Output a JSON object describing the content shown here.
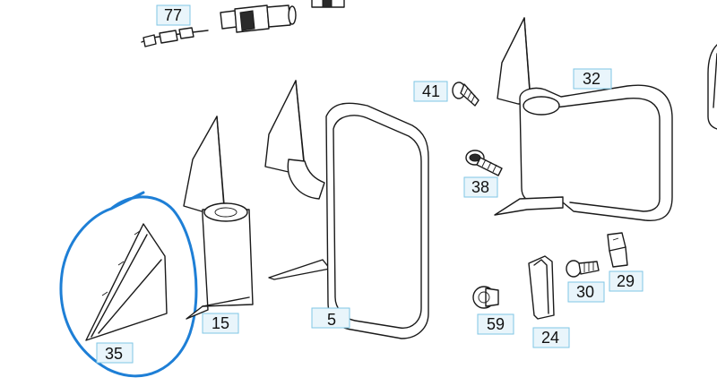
{
  "labels": [
    {
      "id": "77",
      "text": "77"
    },
    {
      "id": "41",
      "text": "41"
    },
    {
      "id": "32",
      "text": "32"
    },
    {
      "id": "38",
      "text": "38"
    },
    {
      "id": "29",
      "text": "29"
    },
    {
      "id": "30",
      "text": "30"
    },
    {
      "id": "59",
      "text": "59"
    },
    {
      "id": "24",
      "text": "24"
    },
    {
      "id": "15",
      "text": "15"
    },
    {
      "id": "5",
      "text": "5"
    },
    {
      "id": "35",
      "text": "35"
    }
  ],
  "colors": {
    "label_fill": "#e9f5fb",
    "label_border": "#7fc6e4",
    "highlight": "#1e7fd6",
    "line": "#1a1a1a"
  }
}
